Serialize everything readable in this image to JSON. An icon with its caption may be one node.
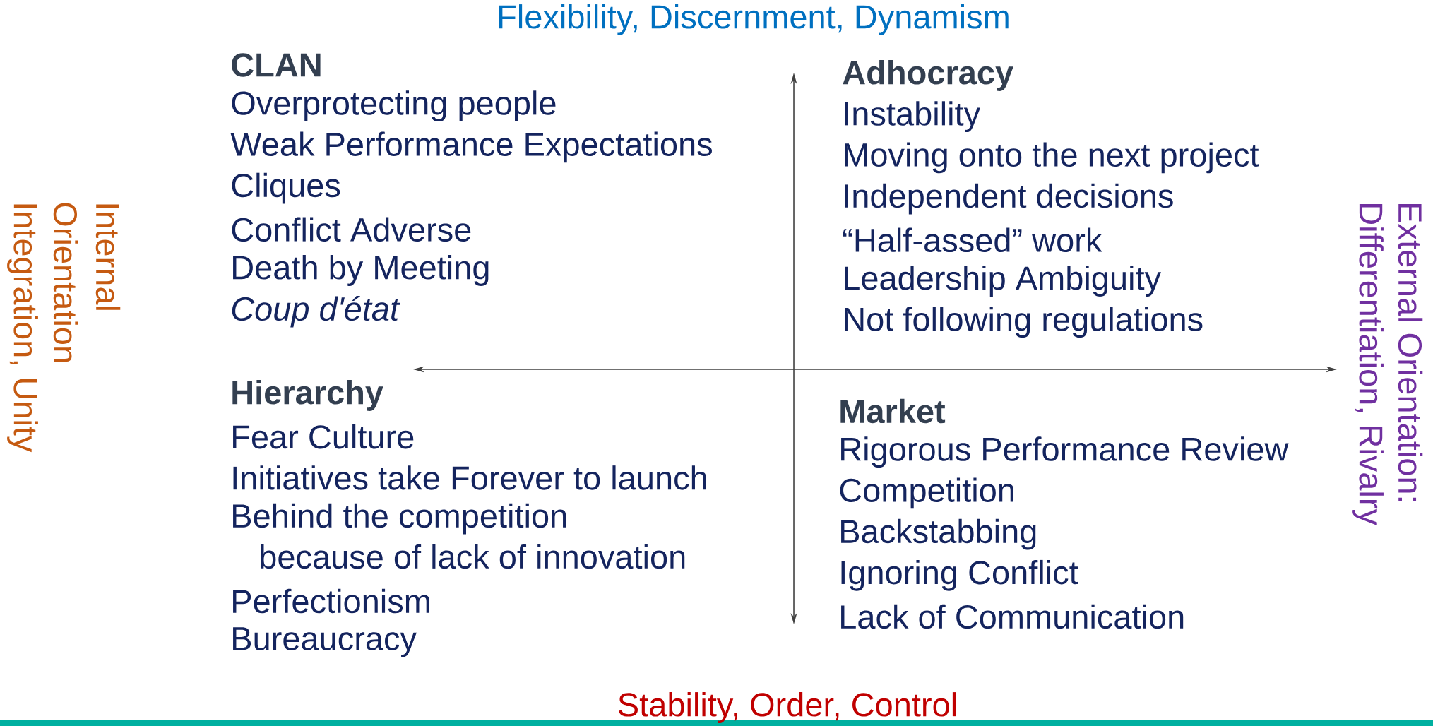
{
  "diagram": {
    "labels": [
      "Flexibility, Discernment, Dynamism",
      "Internal",
      "Orientation",
      "Integration, Unity",
      "CLAN",
      "Overprotecting people",
      "Weak Performance Expectations",
      "Cliques",
      "Conflict Adverse",
      "Death by Meeting",
      "Coup d'état",
      "Adhocracy",
      "Instability",
      "Moving onto the next project",
      "Independent decisions",
      "“Half-assed” work",
      "Leadership Ambiguity",
      "Not following regulations",
      "Hierarchy",
      "Fear Culture",
      "Initiatives take Forever to launch",
      "Behind the competition because of lack of innovation",
      "Perfectionism",
      "Bureaucracy",
      "Market",
      "Rigorous Performance Review",
      "Competition",
      "Backstabbing",
      "Ignoring Conflict",
      "Lack of Communication",
      "External Orientation:",
      "Differentiation, Rivalry",
      "Stability, Order, Control"
    ]
  }
}
